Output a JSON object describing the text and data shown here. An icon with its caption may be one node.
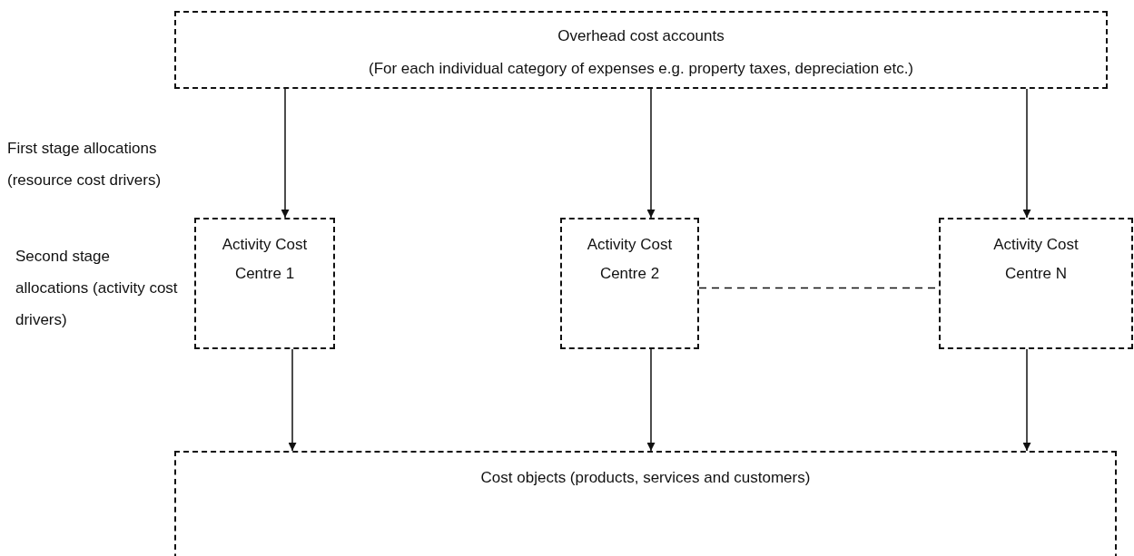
{
  "diagram": {
    "nodes": [
      {
        "text": [
          "Overhead cost accounts",
          "(For each individual category of expenses e.g. property taxes, depreciation etc.)"
        ]
      },
      {
        "text": [
          "Activity Cost Centre 1"
        ]
      },
      {
        "text": [
          "Activity Cost Centre 2"
        ]
      },
      {
        "text": [
          "Activity Cost Centre N"
        ]
      },
      {
        "text": [
          "Cost objects (products, services and customers)"
        ]
      }
    ],
    "edges": [
      {
        "from": 0,
        "to": 1,
        "arrow": "to"
      },
      {
        "from": 0,
        "to": 2,
        "arrow": "to"
      },
      {
        "from": 0,
        "to": 3,
        "arrow": "to"
      },
      {
        "from": 1,
        "to": 4,
        "arrow": "to"
      },
      {
        "from": 2,
        "to": 4,
        "arrow": "to"
      },
      {
        "from": 3,
        "to": 4,
        "arrow": "to"
      },
      {
        "from": 2,
        "to": 3,
        "arrow": "none",
        "style": "dashed"
      }
    ],
    "labels": [
      "First stage allocations (resource cost drivers)",
      "Second stage allocations (activity cost drivers)"
    ]
  }
}
